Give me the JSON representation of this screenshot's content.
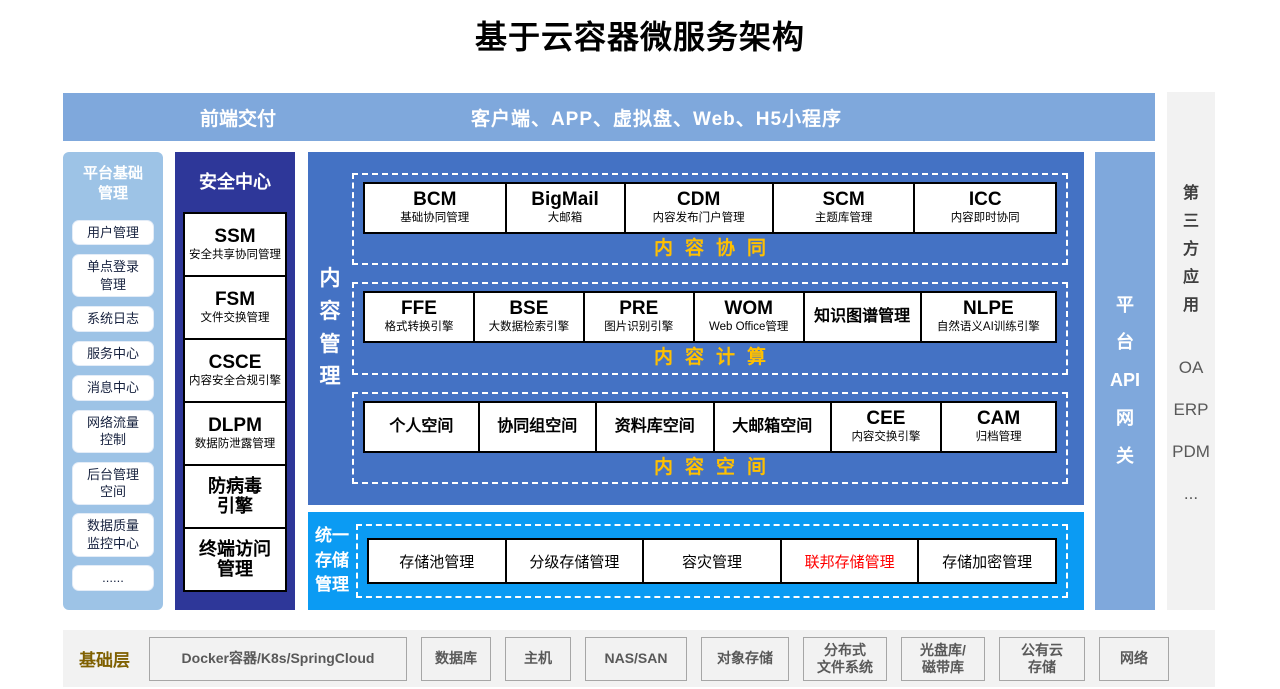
{
  "title": "基于云容器微服务架构",
  "colors": {
    "banner_blue": "#7FA8DC",
    "light_blue": "#9DC3E6",
    "security_indigo": "#2E3799",
    "panel_blue": "#4472C4",
    "storage_blue": "#0B9BF3",
    "group_label_gold": "#FFC000",
    "highlight_red": "#FF0000",
    "gray_panel": "#F2F2F2",
    "base_label_brown": "#7F6000"
  },
  "banner": {
    "label": "前端交付",
    "content": "客户端、APP、虚拟盘、Web、H5小程序"
  },
  "platform_base": {
    "title": "平台基础\n管理",
    "items": [
      "用户管理",
      "单点登录\n管理",
      "系统日志",
      "服务中心",
      "消息中心",
      "网络流量\n控制",
      "后台管理\n空间",
      "数据质量\n监控中心",
      "......"
    ]
  },
  "security": {
    "title": "安全中心",
    "items": [
      {
        "title": "SSM",
        "subtitle": "安全共享协同管理"
      },
      {
        "title": "FSM",
        "subtitle": "文件交换管理"
      },
      {
        "title": "CSCE",
        "subtitle": "内容安全合规引擎"
      },
      {
        "title": "DLPM",
        "subtitle": "数据防泄露管理"
      },
      {
        "title": "防病毒\n引擎",
        "subtitle": ""
      },
      {
        "title": "终端访问\n管理",
        "subtitle": ""
      }
    ]
  },
  "content_mgmt": {
    "label": "内\n容\n管\n理",
    "groups": [
      {
        "name": "内容协同",
        "items": [
          {
            "title": "BCM",
            "subtitle": "基础协同管理"
          },
          {
            "title": "BigMail",
            "subtitle": "大邮箱"
          },
          {
            "title": "CDM",
            "subtitle": "内容发布门户管理"
          },
          {
            "title": "SCM",
            "subtitle": "主题库管理"
          },
          {
            "title": "ICC",
            "subtitle": "内容即时协同"
          }
        ]
      },
      {
        "name": "内容计算",
        "items": [
          {
            "title": "FFE",
            "subtitle": "格式转换引擎"
          },
          {
            "title": "BSE",
            "subtitle": "大数据检索引擎"
          },
          {
            "title": "PRE",
            "subtitle": "图片识别引擎"
          },
          {
            "title": "WOM",
            "subtitle": "Web Office管理"
          },
          {
            "title": "知识图谱管理",
            "subtitle": ""
          },
          {
            "title": "NLPE",
            "subtitle": "自然语义AI训练引擎"
          }
        ]
      },
      {
        "name": "内容空间",
        "items": [
          {
            "title": "个人空间",
            "subtitle": ""
          },
          {
            "title": "协同组空间",
            "subtitle": ""
          },
          {
            "title": "资料库空间",
            "subtitle": ""
          },
          {
            "title": "大邮箱空间",
            "subtitle": ""
          },
          {
            "title": "CEE",
            "subtitle": "内容交换引擎"
          },
          {
            "title": "CAM",
            "subtitle": "归档管理"
          }
        ]
      }
    ]
  },
  "storage": {
    "label": "统一\n存储\n管理",
    "items": [
      "存储池管理",
      "分级存储管理",
      "容灾管理",
      "联邦存储管理",
      "存储加密管理"
    ],
    "highlighted_item": "联邦存储管理"
  },
  "api_gateway": {
    "label": "平\n台\nAPI\n网\n关"
  },
  "third_party": {
    "title": "第\n三\n方\n应\n用",
    "items": [
      "OA",
      "ERP",
      "PDM",
      "..."
    ]
  },
  "base_layer": {
    "label": "基础层",
    "items": [
      "Docker容器/K8s/SpringCloud",
      "数据库",
      "主机",
      "NAS/SAN",
      "对象存储",
      "分布式\n文件系统",
      "光盘库/\n磁带库",
      "公有云\n存储",
      "网络"
    ]
  }
}
